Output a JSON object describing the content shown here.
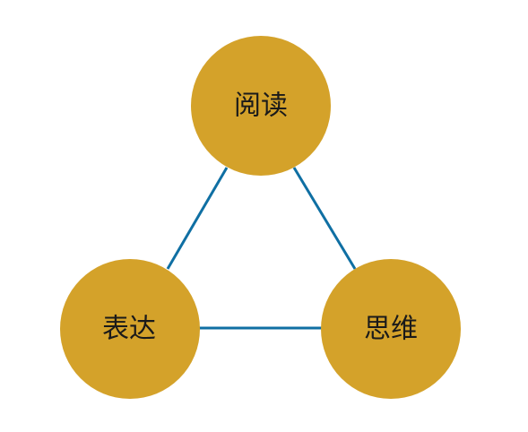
{
  "diagram": {
    "nodes": [
      {
        "id": "top",
        "label": "阅读"
      },
      {
        "id": "left",
        "label": "表达"
      },
      {
        "id": "right",
        "label": "思维"
      }
    ],
    "edges": [
      {
        "from": "top",
        "to": "left"
      },
      {
        "from": "top",
        "to": "right"
      },
      {
        "from": "left",
        "to": "right"
      }
    ],
    "colors": {
      "node_fill": "#D4A22A",
      "edge_stroke": "#0F6FA3",
      "label_text": "#1A1A1A"
    }
  }
}
